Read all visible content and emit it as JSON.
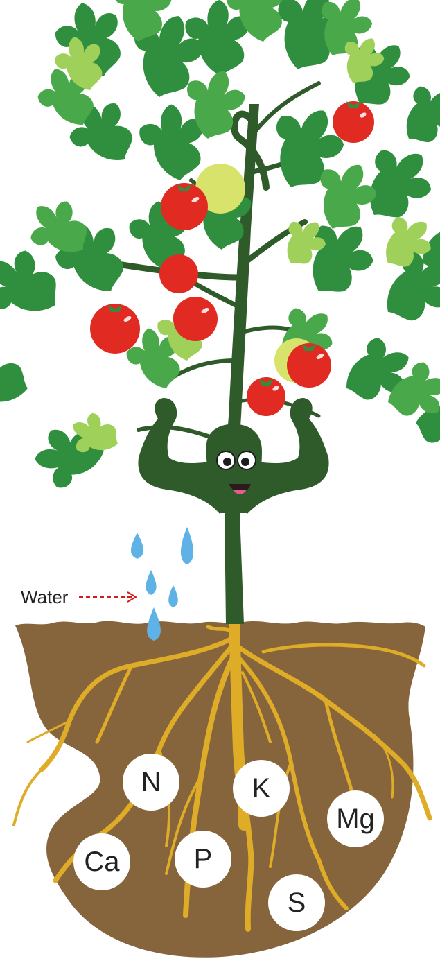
{
  "labels": {
    "water": "Water"
  },
  "nutrients": [
    {
      "symbol": "N"
    },
    {
      "symbol": "K"
    },
    {
      "symbol": "Mg"
    },
    {
      "symbol": "Ca"
    },
    {
      "symbol": "P"
    },
    {
      "symbol": "S"
    }
  ],
  "colors": {
    "soil": "#86653c",
    "root": "#dfac27",
    "stem": "#2f5a2a",
    "leaf_dark": "#2f8f3f",
    "leaf_mid": "#49a84a",
    "leaf_light": "#9ed05a",
    "tomato": "#e02a22",
    "tomato_unripe": "#d7e36a",
    "water_drop": "#5fb2e6",
    "arrow": "#d21d1d",
    "nutrient_circle": "#ffffff"
  }
}
